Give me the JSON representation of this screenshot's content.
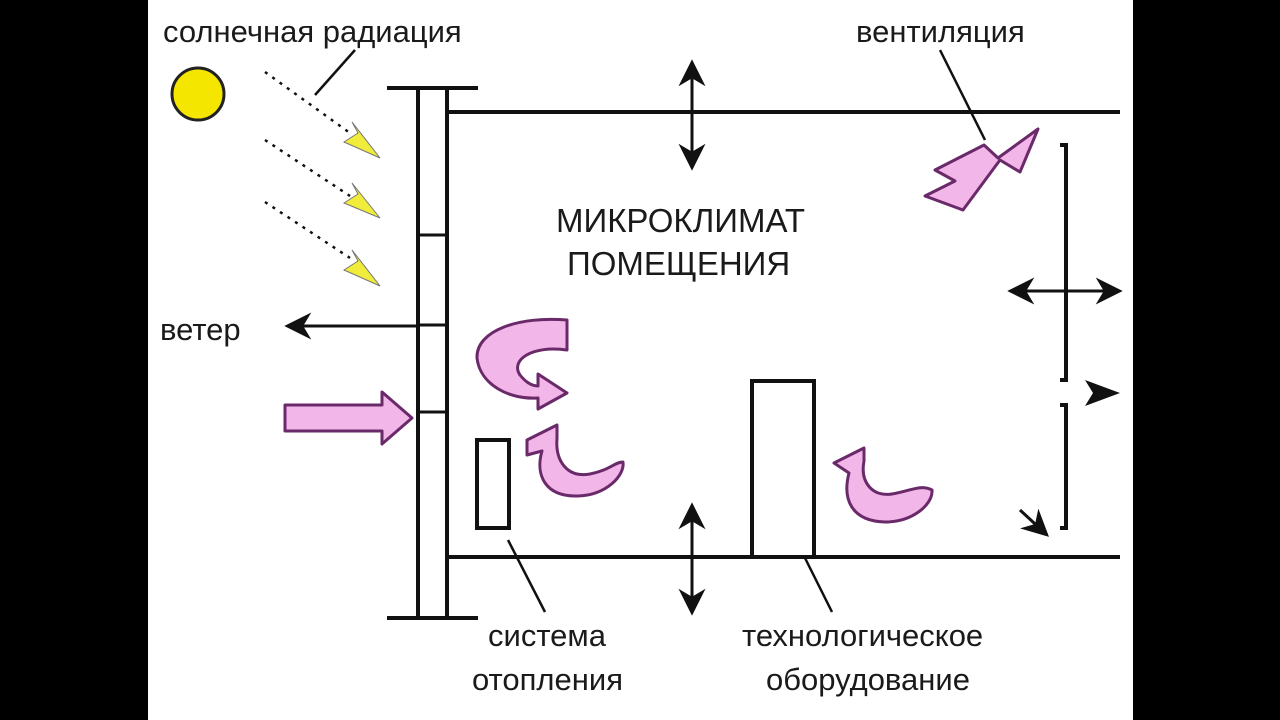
{
  "labels": {
    "solar_radiation": "солнечная радиация",
    "ventilation": "вентиляция",
    "wind": "ветер",
    "title_line1": "МИКРОКЛИМАТ",
    "title_line2": "ПОМЕЩЕНИЯ",
    "heating_line1": "система",
    "heating_line2": "отопления",
    "equipment_line1": "технологическое",
    "equipment_line2": "оборудование"
  },
  "colors": {
    "background": "#000000",
    "panel": "#ffffff",
    "line": "#111111",
    "sun": "#f5e600",
    "ray_arrow": "#f0ec3a",
    "air_flow": "#f2b6e8",
    "air_flow_outline": "#6a2a6a"
  },
  "icons": {
    "sun": "sun-icon",
    "air_flow": "air-flow-arrow-icon",
    "double_arrow": "double-arrow-icon"
  }
}
